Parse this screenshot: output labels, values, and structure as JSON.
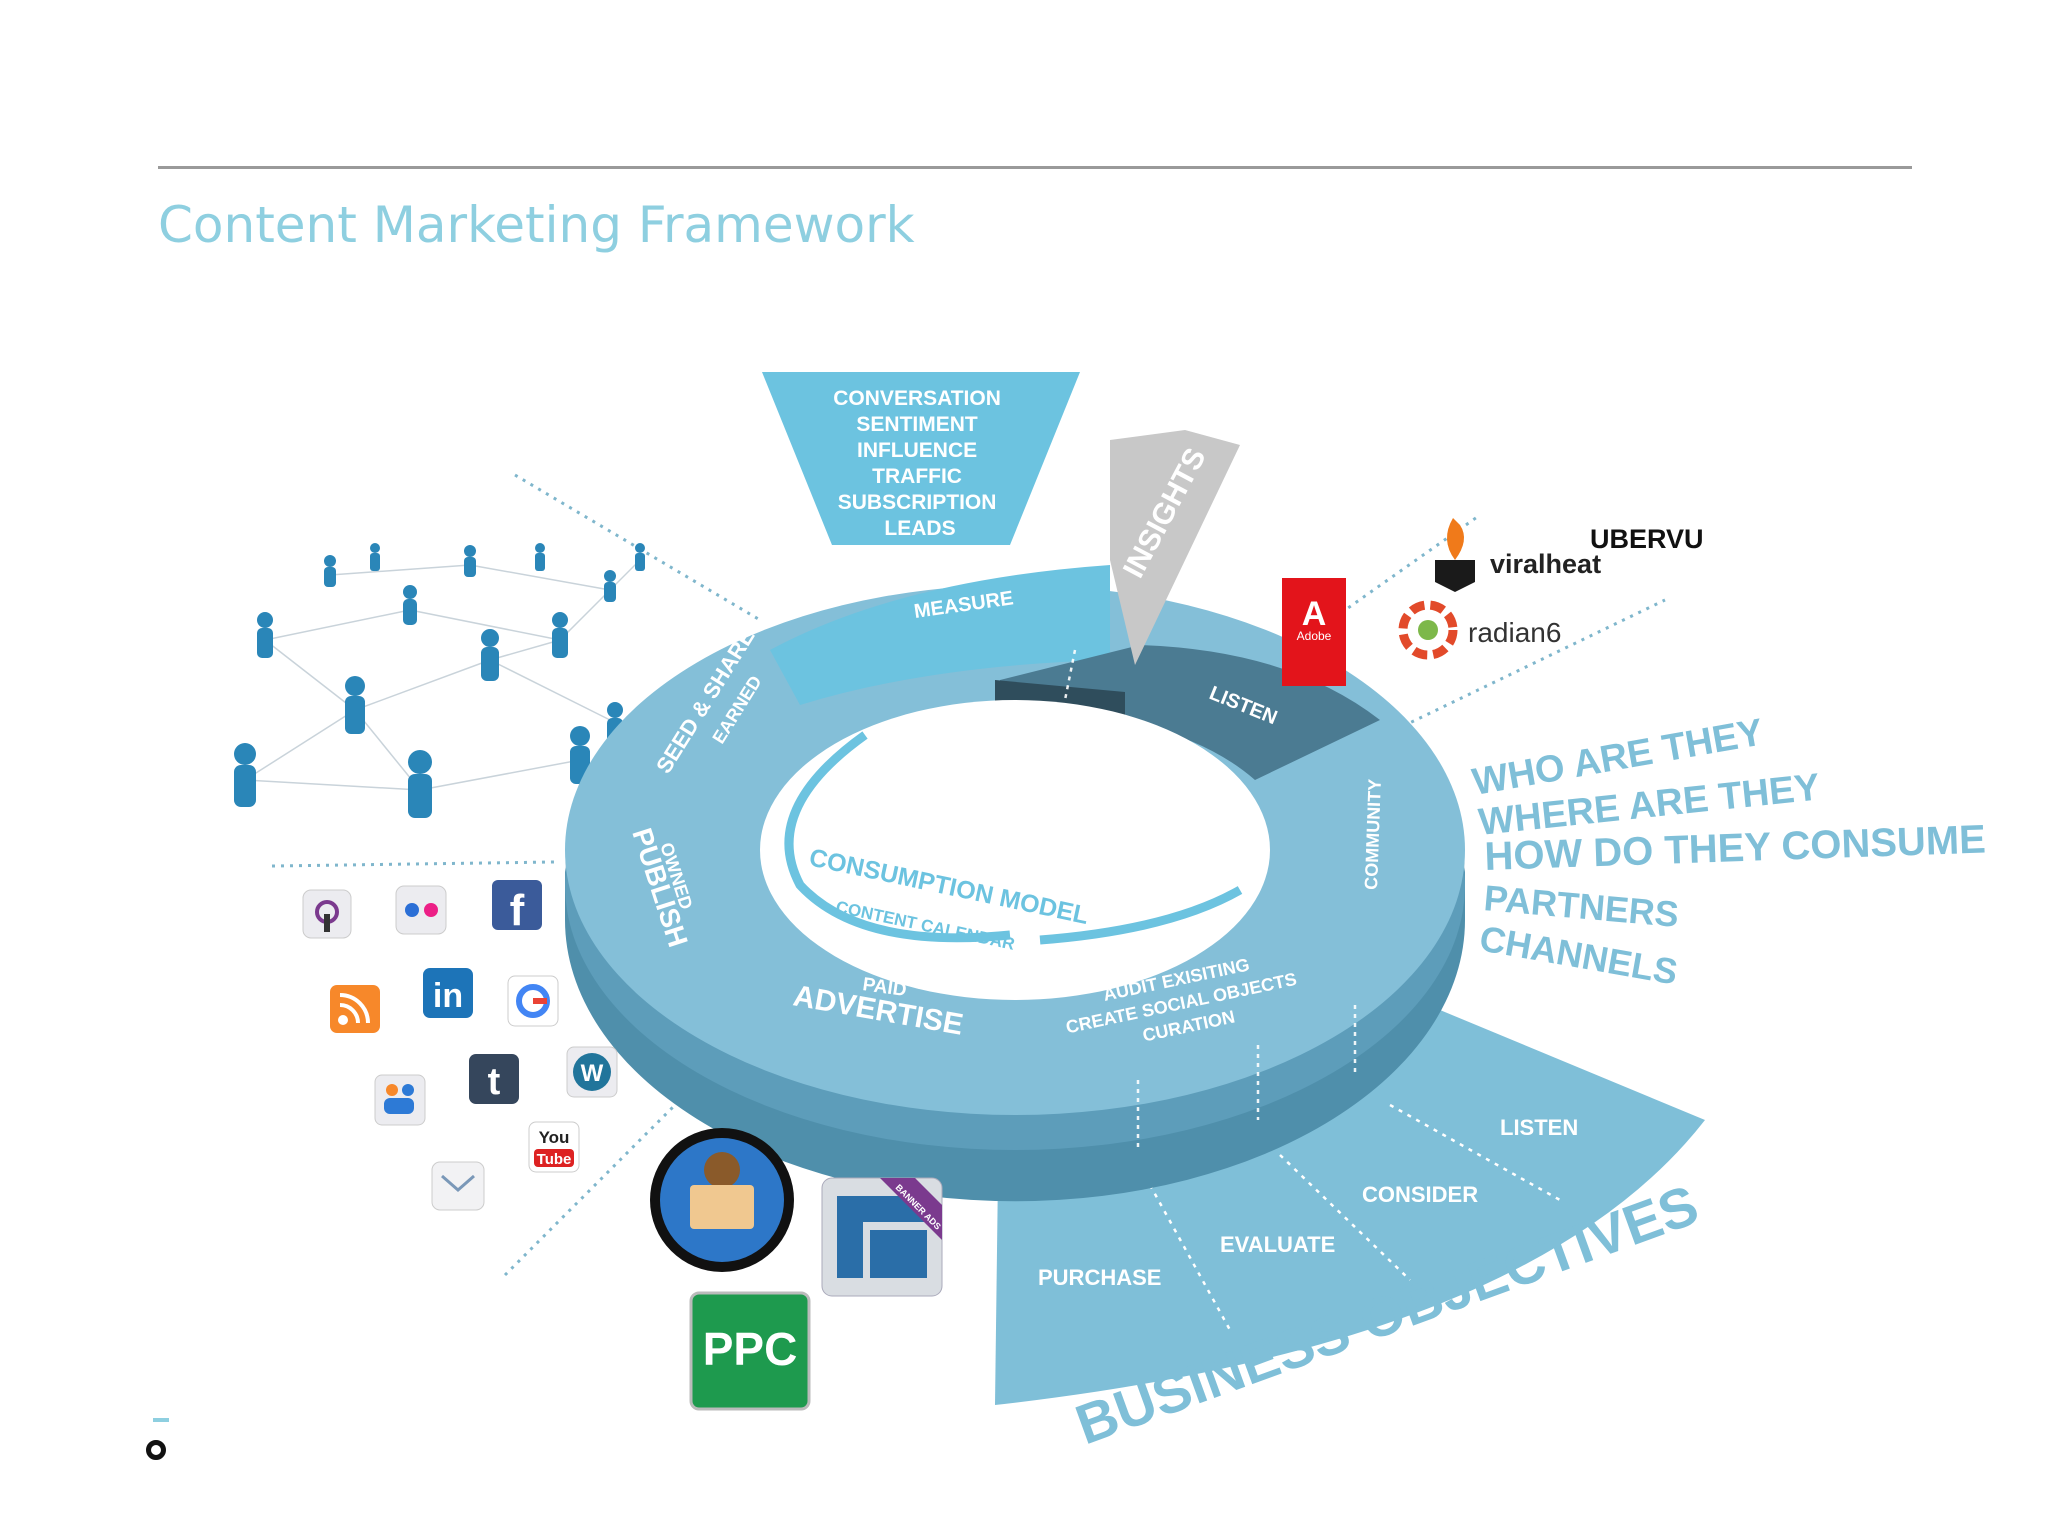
{
  "slide": {
    "title": "Content Marketing Framework"
  },
  "measure_box": {
    "lines": [
      "CONVERSATION",
      "SENTIMENT",
      "INFLUENCE",
      "TRAFFIC",
      "SUBSCRIPTION",
      "LEADS"
    ]
  },
  "ring": {
    "measure": "MEASURE",
    "insights": "INSIGHTS",
    "objectives": "OBJECTIVES",
    "listen": "LISTEN",
    "community": "COMMUNITY",
    "audit_lines": [
      "AUDIT EXISITING",
      "CREATE SOCIAL OBJECTS",
      "CURATION"
    ],
    "paid": "PAID",
    "advertise": "ADVERTISE",
    "owned": "OWNED",
    "publish": "PUBLISH",
    "earned": "EARNED",
    "seed_share": "SEED & SHARE",
    "consumption_model": "CONSUMPTION MODEL",
    "content_calendar": "CONTENT CALENDAR"
  },
  "audience_questions": [
    "WHO ARE THEY",
    "WHERE ARE THEY",
    "HOW DO THEY CONSUME",
    "PARTNERS",
    "CHANNELS"
  ],
  "business_objectives": {
    "title": "BUSINESS OBJECTIVES",
    "stages": [
      "LISTEN",
      "CONSIDER",
      "EVALUATE",
      "PURCHASE"
    ]
  },
  "tools": {
    "adobe": "Adobe",
    "viralheat": "viralheat",
    "ubervu": "UBERVU",
    "radian6": "radian6"
  },
  "icons": {
    "youtube_top": "You",
    "youtube_bottom": "Tube",
    "ppc": "PPC",
    "banner_ads": "BANNER ADS",
    "linkedin": "in",
    "tumblr": "t",
    "facebook": "f"
  }
}
